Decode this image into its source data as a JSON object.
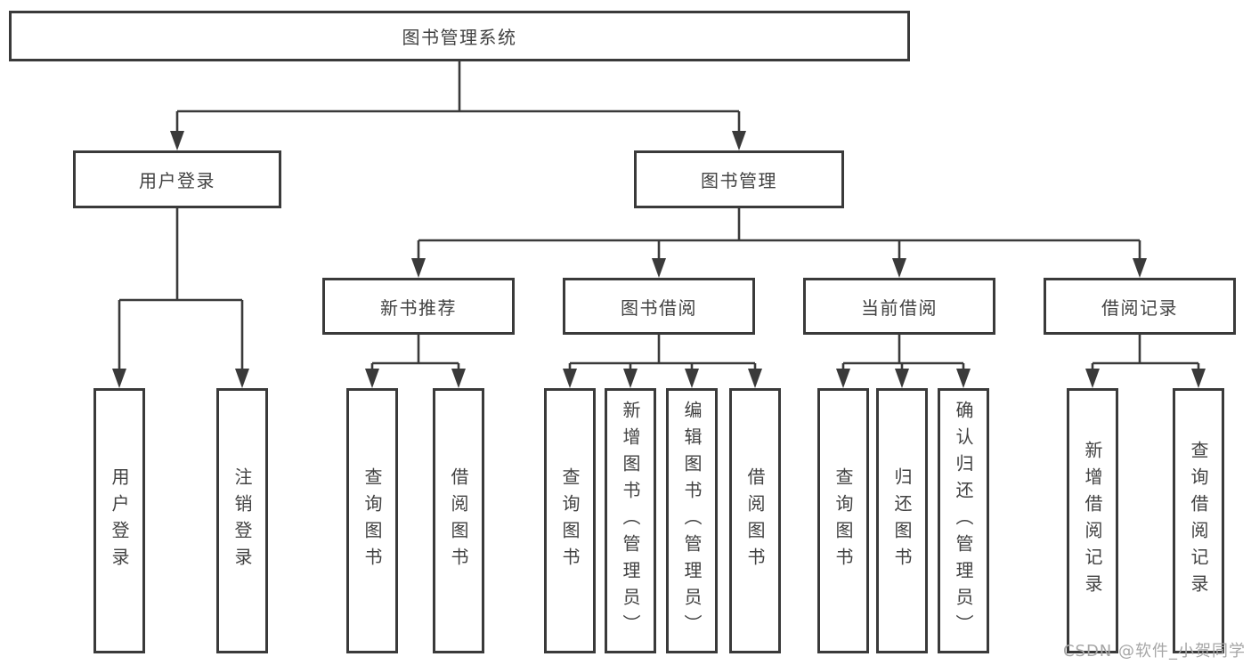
{
  "diagram": {
    "tree": {
      "label": "图书管理系统",
      "children": [
        {
          "label": "用户登录",
          "children": [
            {
              "label": "用户登录"
            },
            {
              "label": "注销登录"
            }
          ]
        },
        {
          "label": "图书管理",
          "children": [
            {
              "label": "新书推荐",
              "children": [
                {
                  "label": "查询图书"
                },
                {
                  "label": "借阅图书"
                }
              ]
            },
            {
              "label": "图书借阅",
              "children": [
                {
                  "label": "查询图书"
                },
                {
                  "label": "新增图书（管理员）"
                },
                {
                  "label": "编辑图书（管理员）"
                },
                {
                  "label": "借阅图书"
                }
              ]
            },
            {
              "label": "当前借阅",
              "children": [
                {
                  "label": "查询图书"
                },
                {
                  "label": "归还图书"
                },
                {
                  "label": "确认归还（管理员）"
                }
              ]
            },
            {
              "label": "借阅记录",
              "children": [
                {
                  "label": "新增借阅记录"
                },
                {
                  "label": "查询借阅记录"
                }
              ]
            }
          ]
        }
      ]
    },
    "colors": {
      "line": "#3a3a3a",
      "text": "#424242",
      "background": "#ffffff",
      "watermark": "#a6a6a6"
    }
  },
  "watermark": {
    "text": "CSDN @软件_小贺同学"
  }
}
